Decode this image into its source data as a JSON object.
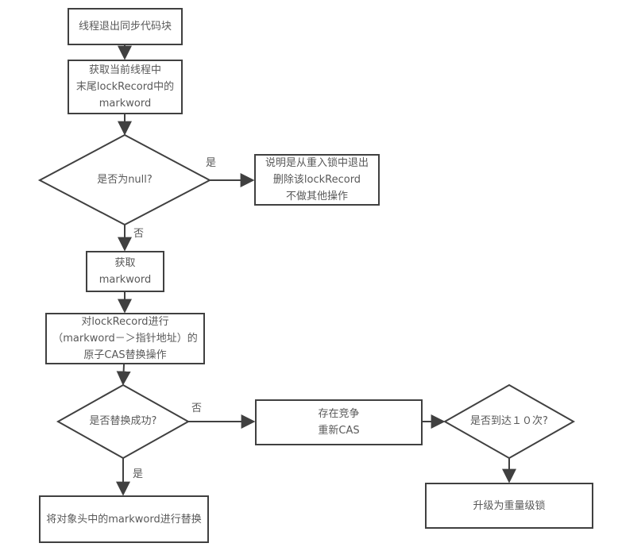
{
  "flowchart": {
    "nodes": {
      "start": {
        "type": "process",
        "label": "线程退出同步代码块"
      },
      "get_lockrecord": {
        "type": "process",
        "label": "获取当前线程中\n末尾lockRecord中的\nmarkword"
      },
      "is_null": {
        "type": "decision",
        "label": "是否为null?"
      },
      "reentrant_exit": {
        "type": "process",
        "label": "说明是从重入锁中退出\n删除该lockRecord\n不做其他操作"
      },
      "get_markword": {
        "type": "process",
        "label": "获取\nmarkword"
      },
      "cas_replace": {
        "type": "process",
        "label": "对lockRecord进行\n（markword－＞指针地址）的\n原子CAS替换操作"
      },
      "replace_success": {
        "type": "decision",
        "label": "是否替换成功?"
      },
      "contention_retry": {
        "type": "process",
        "label": "存在竞争\n重新CAS"
      },
      "reach_10": {
        "type": "decision",
        "label": "是否到达１０次?"
      },
      "upgrade_heavy": {
        "type": "process",
        "label": "升级为重量级锁"
      },
      "replace_markword": {
        "type": "process",
        "label": "将对象头中的markword进行替换"
      }
    },
    "edges": [
      {
        "from": "start",
        "to": "get_lockrecord",
        "label": ""
      },
      {
        "from": "get_lockrecord",
        "to": "is_null",
        "label": ""
      },
      {
        "from": "is_null",
        "to": "reentrant_exit",
        "label": "是"
      },
      {
        "from": "is_null",
        "to": "get_markword",
        "label": "否"
      },
      {
        "from": "get_markword",
        "to": "cas_replace",
        "label": ""
      },
      {
        "from": "cas_replace",
        "to": "replace_success",
        "label": ""
      },
      {
        "from": "replace_success",
        "to": "contention_retry",
        "label": "否"
      },
      {
        "from": "contention_retry",
        "to": "reach_10",
        "label": ""
      },
      {
        "from": "reach_10",
        "to": "upgrade_heavy",
        "label": ""
      },
      {
        "from": "replace_success",
        "to": "replace_markword",
        "label": "是"
      }
    ],
    "colors": {
      "line": "#404040",
      "border": "#404040",
      "text": "#595959",
      "background": "#ffffff",
      "node_fill": "#ffffff"
    }
  }
}
